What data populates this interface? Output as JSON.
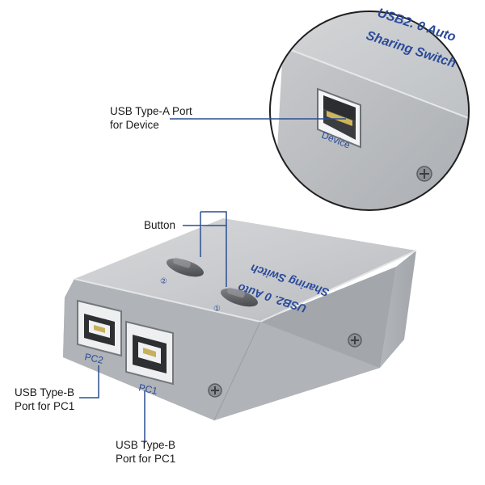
{
  "callouts": {
    "device_port": {
      "line1": "USB Type-A Port",
      "line2": "for Device"
    },
    "button": {
      "label": "Button"
    },
    "pc2_port": {
      "line1": "USB Type-B",
      "line2": "Port for PC1"
    },
    "pc1_port": {
      "line1": "USB Type-B",
      "line2": "Port for PC1"
    }
  },
  "device": {
    "brand_line1": "USB2. 0 Auto",
    "brand_line2": "Sharing Switch",
    "port_pc2_label": "PC2",
    "port_pc1_label": "PC1",
    "port_device_label": "Device",
    "button1_symbol": "①",
    "button2_symbol": "②"
  },
  "colors": {
    "accent_text": "#2a4a9a",
    "leader_line": "#2b4f91",
    "case_top": "#c9cbce",
    "case_front": "#a9acb0"
  }
}
